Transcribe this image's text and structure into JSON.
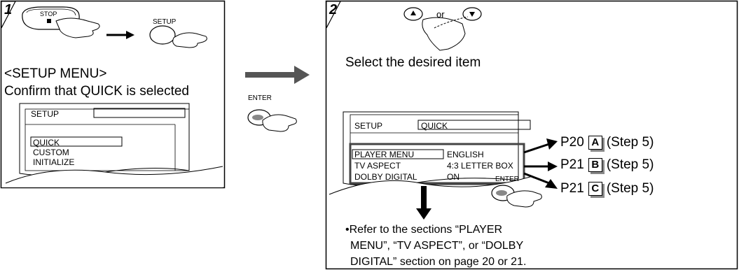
{
  "panel1": {
    "step": "1",
    "stop_label": "STOP",
    "setup_label": "SETUP",
    "menu_title": "<SETUP MENU>",
    "confirm_text": "Confirm that QUICK is selected",
    "screen": {
      "setup": "SETUP",
      "items": [
        "QUICK",
        "CUSTOM",
        "INITIALIZE"
      ]
    }
  },
  "middle": {
    "enter_label": "ENTER"
  },
  "panel2": {
    "step": "2",
    "or_text": "or",
    "instruction": "Select the desired item",
    "screen": {
      "setup": "SETUP",
      "quick": "QUICK",
      "rows": [
        {
          "item": "PLAYER MENU",
          "value": "ENGLISH"
        },
        {
          "item": "TV ASPECT",
          "value": "4:3 LETTER BOX"
        },
        {
          "item": "DOLBY DIGITAL",
          "value": "ON"
        }
      ]
    },
    "refs": [
      {
        "page": "P20",
        "letter": "A",
        "step": "(Step 5)"
      },
      {
        "page": "P21",
        "letter": "B",
        "step": "(Step 5)"
      },
      {
        "page": "P21",
        "letter": "C",
        "step": "(Step 5)"
      }
    ],
    "enter_label": "ENTER",
    "note_lines": [
      "•Refer to the sections “PLAYER",
      "MENU”, “TV ASPECT”, or “DOLBY",
      "DIGITAL” section on page 20 or 21."
    ]
  }
}
